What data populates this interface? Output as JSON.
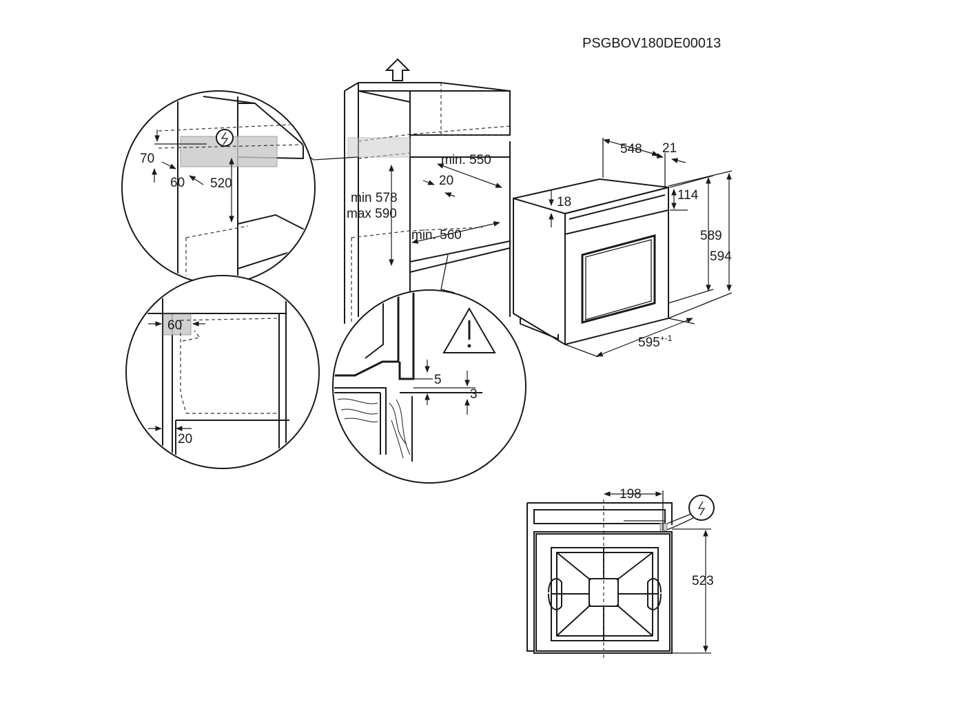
{
  "document": {
    "code": "PSGBOV180DE00013"
  },
  "labels": {
    "top_circle": {
      "d70": "70",
      "d60": "60",
      "d520": "520"
    },
    "niche": {
      "min_578": "min 578",
      "max_590": "max 590",
      "min_550": "min. 550",
      "d20": "20",
      "min_560": "min. 560"
    },
    "oven": {
      "d548": "548",
      "d21": "21",
      "d114": "114",
      "d18": "18",
      "d589": "589",
      "d594": "594",
      "d595": "595",
      "d595_tol": "+-1"
    },
    "left_circle": {
      "d60": "60",
      "d20": "20"
    },
    "bottom_circle": {
      "d5": "5",
      "d3": "3",
      "warning_mark": "!"
    },
    "top_view": {
      "d198": "198",
      "d523": "523"
    }
  },
  "icons": {
    "arrow": "up-outline-arrow-icon",
    "power": "power-socket-icon",
    "warning": "warning-triangle-icon"
  }
}
